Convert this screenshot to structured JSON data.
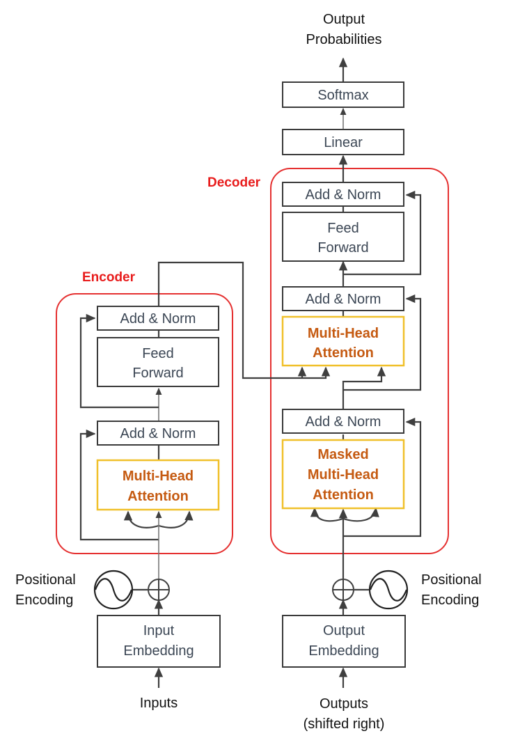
{
  "title": {
    "line1": "Output",
    "line2": "Probabilities"
  },
  "groups": {
    "encoder": "Encoder",
    "decoder": "Decoder"
  },
  "encoder": {
    "add_norm_top": "Add & Norm",
    "feed_forward": {
      "line1": "Feed",
      "line2": "Forward"
    },
    "add_norm_bottom": "Add & Norm",
    "attention": {
      "line1": "Multi-Head",
      "line2": "Attention"
    },
    "embedding": {
      "line1": "Input",
      "line2": "Embedding"
    },
    "positional": {
      "line1": "Positional",
      "line2": "Encoding"
    },
    "input_label": "Inputs"
  },
  "decoder": {
    "softmax": "Softmax",
    "linear": "Linear",
    "add_norm_top": "Add & Norm",
    "feed_forward": {
      "line1": "Feed",
      "line2": "Forward"
    },
    "add_norm_mid": "Add & Norm",
    "attention": {
      "line1": "Multi-Head",
      "line2": "Attention"
    },
    "add_norm_bottom": "Add & Norm",
    "masked_attention": {
      "line1": "Masked",
      "line2": "Multi-Head",
      "line3": "Attention"
    },
    "embedding": {
      "line1": "Output",
      "line2": "Embedding"
    },
    "positional": {
      "line1": "Positional",
      "line2": "Encoding"
    },
    "output_label": {
      "line1": "Outputs",
      "line2": "(shifted right)"
    }
  },
  "colors": {
    "group_outline": "#e53030",
    "attention_outline": "#f0c02a",
    "attention_text": "#c55a11",
    "box_text": "#3b4654"
  }
}
